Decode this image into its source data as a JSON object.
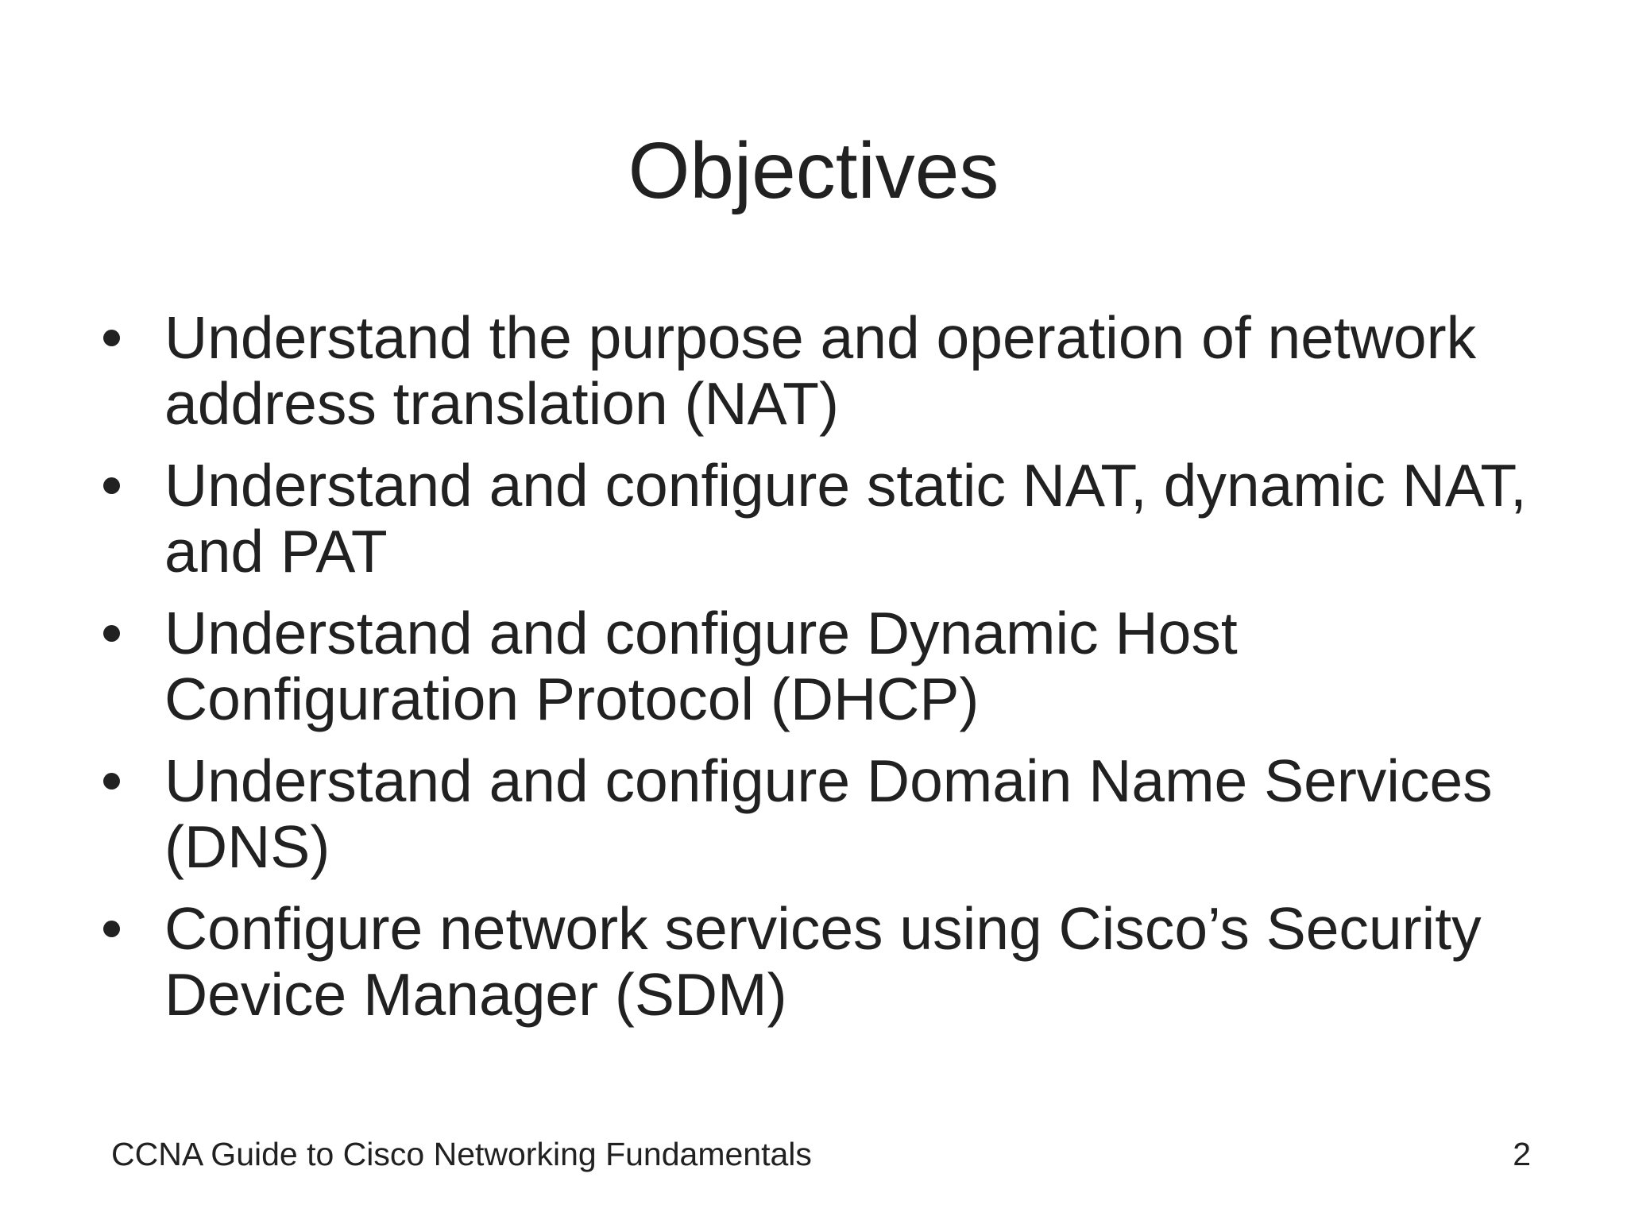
{
  "slide": {
    "title": "Objectives",
    "bullets": [
      "Understand the purpose and operation of network address translation (NAT)",
      "Understand and configure static NAT, dynamic NAT, and PAT",
      "Understand and configure Dynamic Host Configuration Protocol (DHCP)",
      "Understand and configure Domain Name Services (DNS)",
      "Configure network services using Cisco’s Security Device Manager (SDM)"
    ],
    "footer": {
      "left_text": "CCNA Guide to Cisco Networking Fundamentals",
      "page_number": "2"
    },
    "colors": {
      "background": "#ffffff",
      "text": "#212121"
    }
  }
}
